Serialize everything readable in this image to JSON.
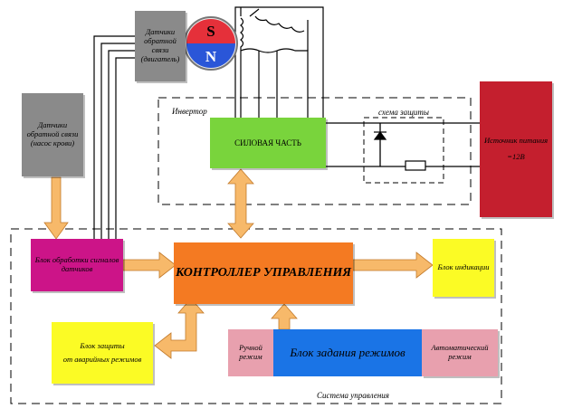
{
  "sensor_motor": "Датчики обратной связи (двигатель)",
  "sensor_pump": "Датчики обратной связи (насос крови)",
  "magnet": {
    "north": "N",
    "south": "S"
  },
  "inverter": "Инвертор",
  "power_part": "СИЛОВАЯ ЧАСТЬ",
  "protection_scheme": "схема защиты",
  "power_source": {
    "line1": "Источник питания",
    "line2": "=12В"
  },
  "signal_unit": "Блок обработки сигналов датчиков",
  "controller": "КОНТРОЛЛЕР УПРАВЛЕНИЯ",
  "indication": "Блок индикации",
  "emergency": {
    "line1": "Блок защиты",
    "line2": "от аварийных режимов"
  },
  "manual": "Ручной режим",
  "modes": "Блок задания режимов",
  "auto": "Автоматический режим",
  "control_system": "Система управления",
  "colors": {
    "gray": "#8a8a8a",
    "green": "#79d43c",
    "red": "#c41f2e",
    "magenta": "#cc1488",
    "orange": "#f47a22",
    "yellow": "#fbfb25",
    "pink": "#e8a0ae",
    "blue": "#1a74e6",
    "arrow": "#f7b96a",
    "magnet_red": "#e5303a",
    "magnet_blue": "#2a56d8"
  }
}
